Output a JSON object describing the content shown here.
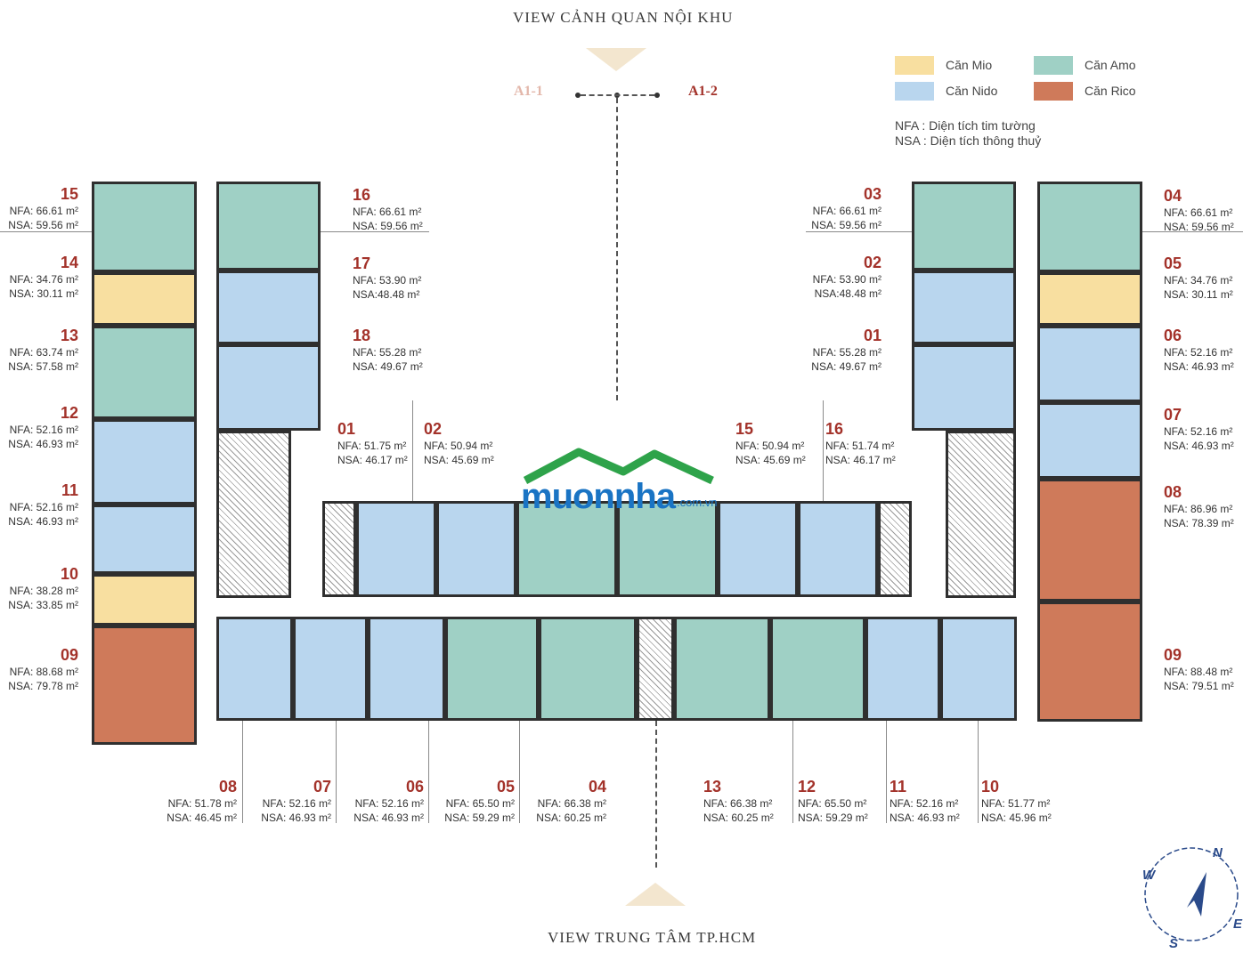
{
  "views": {
    "top": "VIEW CẢNH QUAN NỘI KHU",
    "bottom": "VIEW TRUNG TÂM TP.HCM"
  },
  "towers": {
    "left": "A1-1",
    "right": "A1-2"
  },
  "legend": [
    {
      "label": "Căn Mio",
      "color": "#f8dfa0"
    },
    {
      "label": "Căn Amo",
      "color": "#9fd0c5"
    },
    {
      "label": "Căn Nido",
      "color": "#b9d6ee"
    },
    {
      "label": "Căn Rico",
      "color": "#cf7a5a"
    }
  ],
  "notes": {
    "nfa": "NFA : Diện tích tim tường",
    "nsa": "NSA : Diện tích thông thuỷ"
  },
  "watermark": {
    "brand": "muonnha",
    "domain": ".com.vn"
  },
  "compass": {
    "n": "N",
    "e": "E",
    "s": "S",
    "w": "W"
  },
  "units": {
    "l15": {
      "no": "15",
      "nfa": "NFA: 66.61 m²",
      "nsa": "NSA: 59.56 m²"
    },
    "l14": {
      "no": "14",
      "nfa": "NFA: 34.76 m²",
      "nsa": "NSA: 30.11 m²"
    },
    "l13": {
      "no": "13",
      "nfa": "NFA: 63.74 m²",
      "nsa": "NSA: 57.58 m²"
    },
    "l12": {
      "no": "12",
      "nfa": "NFA: 52.16 m²",
      "nsa": "NSA: 46.93 m²"
    },
    "l11": {
      "no": "11",
      "nfa": "NFA: 52.16 m²",
      "nsa": "NSA: 46.93 m²"
    },
    "l10": {
      "no": "10",
      "nfa": "NFA: 38.28 m²",
      "nsa": "NSA: 33.85 m²"
    },
    "l09": {
      "no": "09",
      "nfa": "NFA: 88.68 m²",
      "nsa": "NSA: 79.78 m²"
    },
    "l16": {
      "no": "16",
      "nfa": "NFA: 66.61 m²",
      "nsa": "NSA: 59.56 m²"
    },
    "l17": {
      "no": "17",
      "nfa": "NFA: 53.90 m²",
      "nsa": "NSA:48.48 m²"
    },
    "l18": {
      "no": "18",
      "nfa": "NFA: 55.28 m²",
      "nsa": "NSA: 49.67 m²"
    },
    "l01": {
      "no": "01",
      "nfa": "NFA: 51.75 m²",
      "nsa": "NSA: 46.17 m²"
    },
    "l02": {
      "no": "02",
      "nfa": "NFA: 50.94 m²",
      "nsa": "NSA: 45.69 m²"
    },
    "r15": {
      "no": "15",
      "nfa": "NFA: 50.94 m²",
      "nsa": "NSA: 45.69 m²"
    },
    "r16": {
      "no": "16",
      "nfa": "NFA: 51.74 m²",
      "nsa": "NSA: 46.17 m²"
    },
    "r03": {
      "no": "03",
      "nfa": "NFA: 66.61 m²",
      "nsa": "NSA: 59.56 m²"
    },
    "r02": {
      "no": "02",
      "nfa": "NFA: 53.90 m²",
      "nsa": "NSA:48.48 m²"
    },
    "r01": {
      "no": "01",
      "nfa": "NFA: 55.28 m²",
      "nsa": "NSA: 49.67 m²"
    },
    "r04": {
      "no": "04",
      "nfa": "NFA: 66.61 m²",
      "nsa": "NSA: 59.56 m²"
    },
    "r05": {
      "no": "05",
      "nfa": "NFA: 34.76 m²",
      "nsa": "NSA: 30.11 m²"
    },
    "r06": {
      "no": "06",
      "nfa": "NFA: 52.16 m²",
      "nsa": "NSA: 46.93 m²"
    },
    "r07": {
      "no": "07",
      "nfa": "NFA: 52.16 m²",
      "nsa": "NSA: 46.93 m²"
    },
    "r08": {
      "no": "08",
      "nfa": "NFA: 86.96 m²",
      "nsa": "NSA: 78.39 m²"
    },
    "r09": {
      "no": "09",
      "nfa": "NFA: 88.48 m²",
      "nsa": "NSA: 79.51 m²"
    },
    "b08": {
      "no": "08",
      "nfa": "NFA: 51.78 m²",
      "nsa": "NSA: 46.45 m²"
    },
    "b07": {
      "no": "07",
      "nfa": "NFA: 52.16 m²",
      "nsa": "NSA: 46.93 m²"
    },
    "b06": {
      "no": "06",
      "nfa": "NFA: 52.16 m²",
      "nsa": "NSA: 46.93 m²"
    },
    "b05": {
      "no": "05",
      "nfa": "NFA: 65.50 m²",
      "nsa": "NSA: 59.29 m²"
    },
    "b04": {
      "no": "04",
      "nfa": "NFA: 66.38 m²",
      "nsa": "NSA: 60.25 m²"
    },
    "b13": {
      "no": "13",
      "nfa": "NFA: 66.38 m²",
      "nsa": "NSA: 60.25 m²"
    },
    "b12": {
      "no": "12",
      "nfa": "NFA: 65.50 m²",
      "nsa": "NSA: 59.29 m²"
    },
    "b11": {
      "no": "11",
      "nfa": "NFA: 52.16 m²",
      "nsa": "NSA: 46.93 m²"
    },
    "b10": {
      "no": "10",
      "nfa": "NFA: 51.77 m²",
      "nsa": "NSA: 45.96 m²"
    }
  }
}
